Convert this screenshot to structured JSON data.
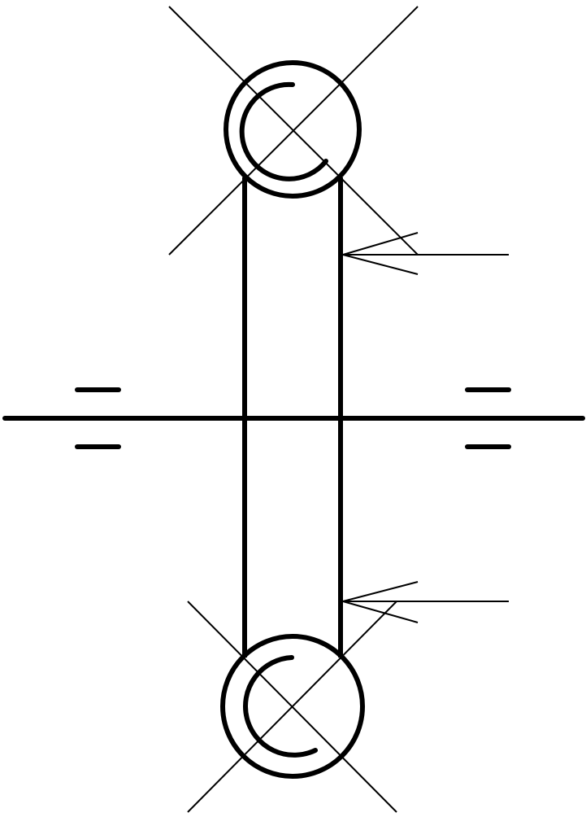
{
  "diagram": {
    "background": "#ffffff",
    "stroke_color": "#000000",
    "elements": [
      "shaft-axis-line",
      "left-bearing-mark-top",
      "left-bearing-mark-bottom",
      "right-bearing-mark-top",
      "right-bearing-mark-bottom",
      "rotor-body-left-edge",
      "rotor-body-right-edge",
      "top-circle-outer",
      "top-circle-inner-arc",
      "top-cross-line-a",
      "top-cross-line-b",
      "bottom-circle-outer",
      "bottom-circle-inner-arc",
      "bottom-cross-line-a",
      "bottom-cross-line-b",
      "top-force-arrow",
      "bottom-force-arrow"
    ]
  }
}
